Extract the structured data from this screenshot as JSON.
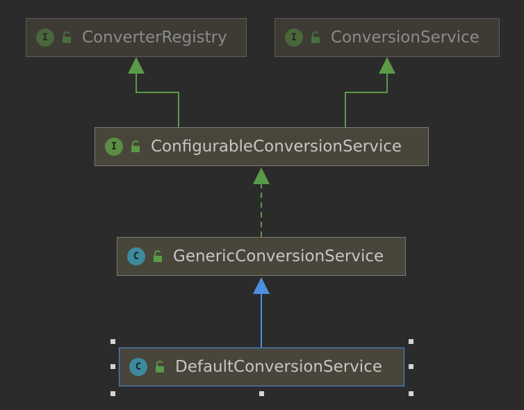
{
  "nodes": [
    {
      "id": "converter-registry",
      "label": "ConverterRegistry",
      "kind": "interface",
      "kind_letter": "I",
      "visibility": "public"
    },
    {
      "id": "conversion-service",
      "label": "ConversionService",
      "kind": "interface",
      "kind_letter": "I",
      "visibility": "public"
    },
    {
      "id": "configurable-conversion-service",
      "label": "ConfigurableConversionService",
      "kind": "interface",
      "kind_letter": "I",
      "visibility": "public"
    },
    {
      "id": "generic-conversion-service",
      "label": "GenericConversionService",
      "kind": "class",
      "kind_letter": "C",
      "visibility": "public"
    },
    {
      "id": "default-conversion-service",
      "label": "DefaultConversionService",
      "kind": "class",
      "kind_letter": "C",
      "visibility": "public",
      "selected": true
    }
  ],
  "edges": [
    {
      "from": "configurable-conversion-service",
      "to": "converter-registry",
      "type": "extends-interface",
      "color": "#5a9a48"
    },
    {
      "from": "configurable-conversion-service",
      "to": "conversion-service",
      "type": "extends-interface",
      "color": "#5a9a48"
    },
    {
      "from": "generic-conversion-service",
      "to": "configurable-conversion-service",
      "type": "implements",
      "color": "#5a9a48"
    },
    {
      "from": "default-conversion-service",
      "to": "generic-conversion-service",
      "type": "extends-class",
      "color": "#4b8fe0"
    }
  ],
  "colors": {
    "background": "#2b2b2b",
    "node_fill": "#48463a",
    "node_border": "#7c7b74",
    "interface_badge": "#5c8c45",
    "class_badge": "#3d8a9c",
    "selection": "#4b8fe0",
    "text": "#c6c6c6"
  }
}
